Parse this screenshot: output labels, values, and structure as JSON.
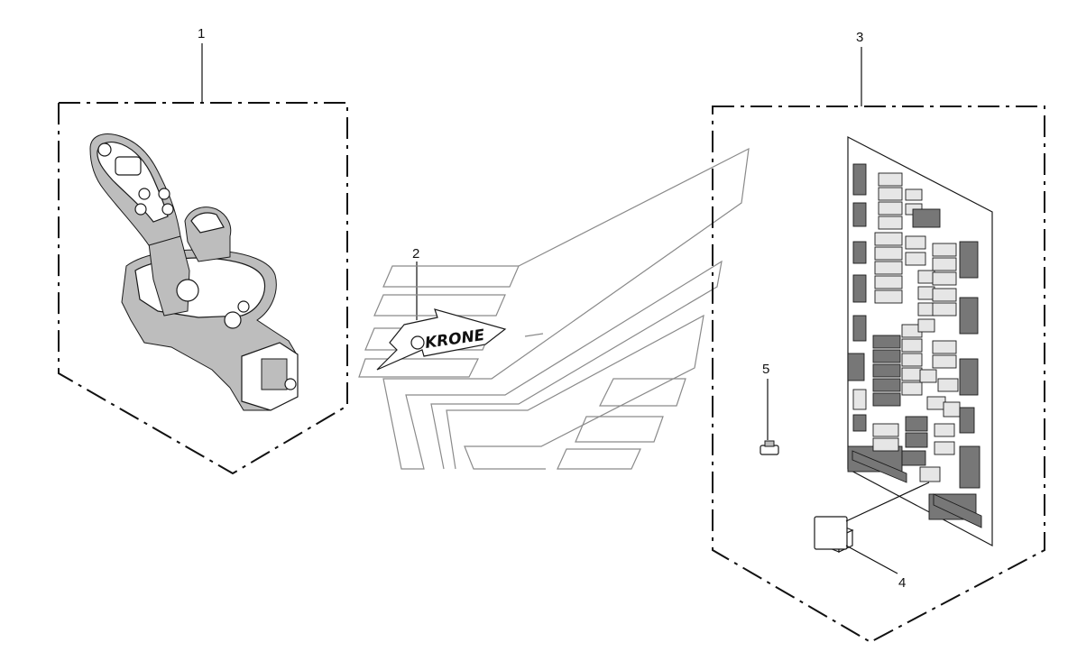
{
  "callouts": {
    "c1": "1",
    "c2": "2",
    "c3": "3",
    "c4": "4",
    "c5": "5"
  },
  "decal": {
    "brand_text": "KRONE"
  },
  "colors": {
    "line": "#111111",
    "decal_grey": "#8a8a8a",
    "part_fill": "#bdbdbd"
  }
}
